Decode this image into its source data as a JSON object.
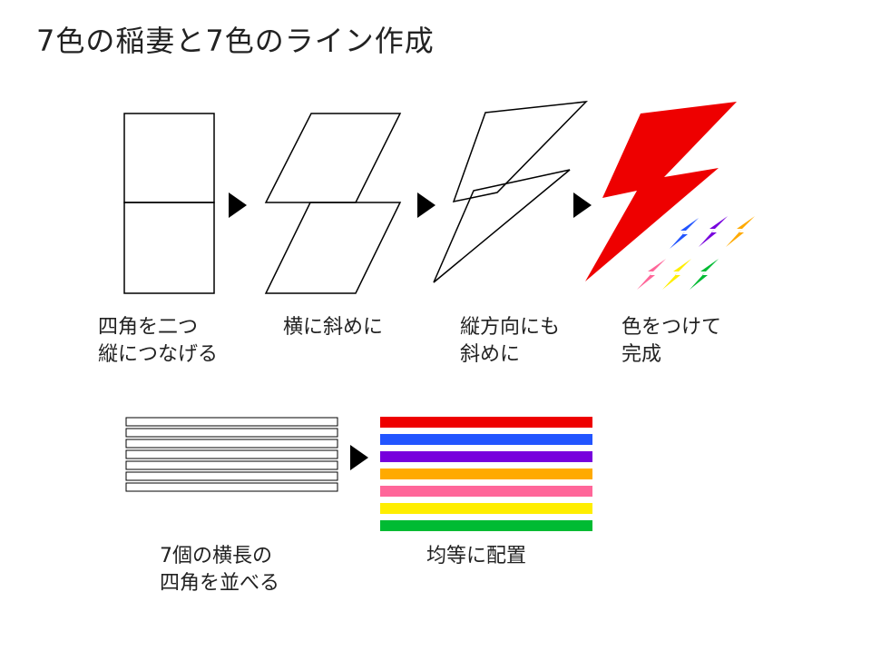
{
  "title": "7色の稲妻と7色のライン作成",
  "steps": [
    {
      "line1": "四角を二つ",
      "line2": "縦につなげる"
    },
    {
      "line1": "横に斜めに",
      "line2": ""
    },
    {
      "line1": "縦方向にも",
      "line2": "斜めに"
    },
    {
      "line1": "色をつけて",
      "line2": "完成"
    },
    {
      "line1": "7個の横長の",
      "line2": "四角を並べる"
    },
    {
      "line1": "均等に配置",
      "line2": ""
    }
  ],
  "colors": {
    "stroke": "#000000",
    "arrow": "#000000",
    "lightning_main": "#ee0000",
    "rainbow": [
      "#ee0000",
      "#2255ff",
      "#7700dd",
      "#ffaa00",
      "#ff6699",
      "#ffee00",
      "#00bb33"
    ],
    "small_bolts": [
      "#2255ff",
      "#7700dd",
      "#ffaa00",
      "#ff6699",
      "#ffee00",
      "#00bb33"
    ]
  }
}
